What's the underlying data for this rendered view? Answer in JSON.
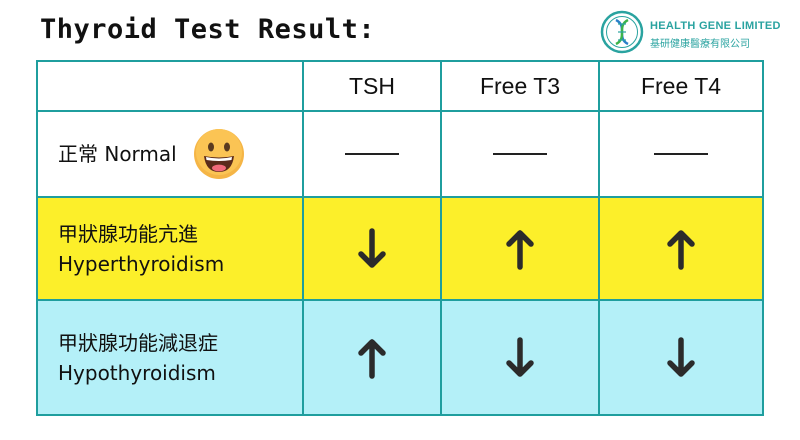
{
  "title": "Thyroid Test Result:",
  "logo": {
    "name_en": "HEALTH GENE LIMITED",
    "name_zh": "基研健康醫療有限公司",
    "icon": "dna-helix-icon",
    "color": "#2aa3a0"
  },
  "table": {
    "columns": [
      "",
      "TSH",
      "Free T3",
      "Free T4"
    ],
    "rows": [
      {
        "label": "正常 Normal",
        "icon": "smiling-face-emoji",
        "values": [
          "—",
          "—",
          "—"
        ],
        "background": "#ffffff"
      },
      {
        "label_zh": "甲狀腺功能亢進",
        "label_en": "Hyperthyroidism",
        "values": [
          "down",
          "up",
          "up"
        ],
        "background": "#fcef2a"
      },
      {
        "label_zh": "甲狀腺功能減退症",
        "label_en": "Hypothyroidism",
        "values": [
          "up",
          "down",
          "down"
        ],
        "background": "#b4f0f8"
      }
    ],
    "border_color": "#1f9e9e"
  }
}
